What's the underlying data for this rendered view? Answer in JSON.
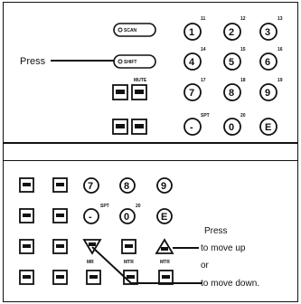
{
  "top_panel": {
    "callout": "Press",
    "buttons": {
      "scan": "SCAN",
      "shift": "SHIFT",
      "mute_top": "MUTE"
    },
    "digits": [
      "1",
      "2",
      "3",
      "4",
      "5",
      "6",
      "7",
      "8",
      "9",
      "-",
      "0",
      "E"
    ],
    "superscripts": [
      "11",
      "12",
      "13",
      "14",
      "15",
      "16",
      "17",
      "18",
      "19",
      "SPT",
      "20"
    ]
  },
  "bottom_panel": {
    "callout_lines": [
      "Press",
      "to move up",
      "or",
      "to move down."
    ],
    "digits": [
      "7",
      "8",
      "9",
      "-",
      "0",
      "E"
    ],
    "superscripts": [
      "SPT",
      "20"
    ],
    "small_labels": [
      "MR",
      "MTR",
      "MTR"
    ]
  },
  "colors": {
    "ink": "#111111",
    "paper": "#ffffff"
  }
}
